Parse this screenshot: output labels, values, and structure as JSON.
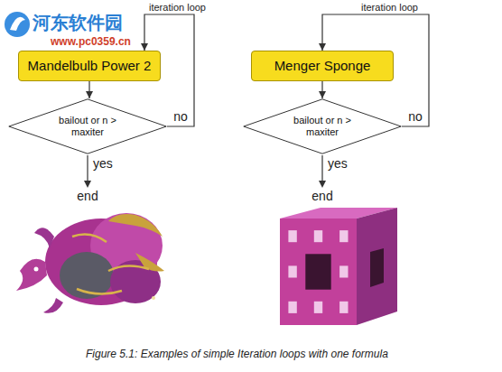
{
  "diagram": {
    "caption": "Figure 5.1: Examples of simple Iteration loops with one formula",
    "nodes": [
      {
        "text": [
          "Mandelbulb Power 2"
        ]
      },
      {
        "text": [
          "bailout or n > maxiter"
        ]
      },
      {
        "text": [
          "Menger Sponge"
        ]
      },
      {
        "text": [
          "bailout or n > maxiter"
        ]
      }
    ],
    "edges": [
      {
        "from": 0,
        "to": 1,
        "arrow": "to"
      },
      {
        "from": 1,
        "to": 0,
        "label": "no",
        "arrow": "to"
      },
      {
        "from": 2,
        "to": 3,
        "arrow": "to"
      },
      {
        "from": 3,
        "to": 2,
        "label": "no",
        "arrow": "to"
      }
    ],
    "labels": [
      "河东软件园",
      "www.pc0359.cn",
      "iteration loop",
      "yes",
      "end",
      "iteration loop",
      "yes",
      "end"
    ]
  }
}
